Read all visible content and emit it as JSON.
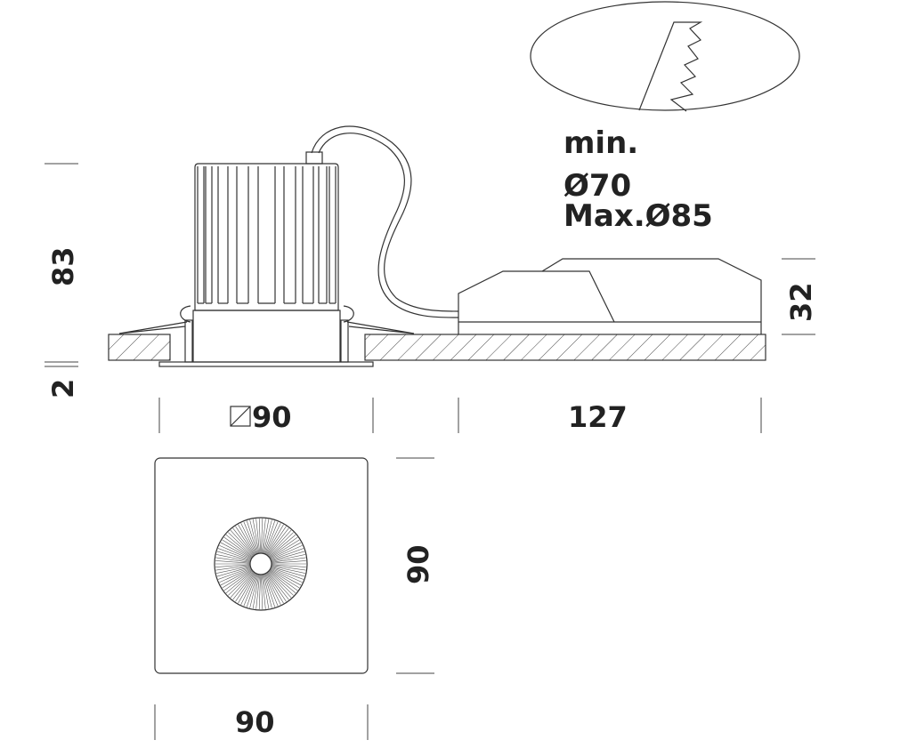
{
  "notes": {
    "min_label": "min.",
    "min_cutout": "Ø70",
    "max_cutout": "Max.Ø85"
  },
  "dimensions": {
    "height_total": "83",
    "trim_thickness": "2",
    "driver_height": "32",
    "trim_square_symbol": "square-icon",
    "trim_width": "90",
    "driver_length": "127",
    "plan_height": "90",
    "plan_width": "90"
  },
  "colors": {
    "line": "#333333",
    "background": "#ffffff"
  }
}
